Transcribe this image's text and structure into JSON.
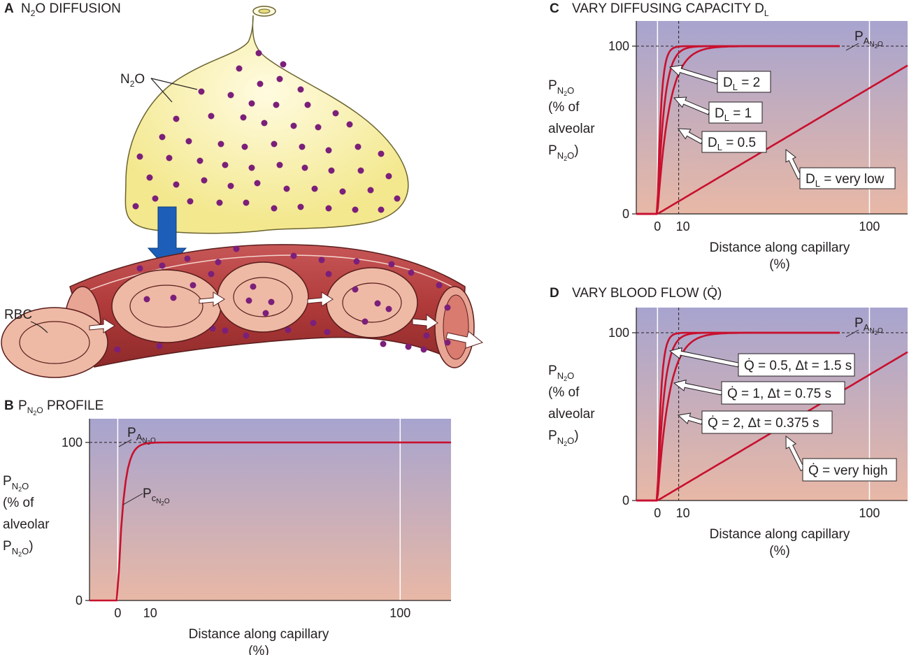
{
  "colors": {
    "plot_top": "#a7a4cf",
    "plot_bottom": "#e8b8a6",
    "curve": "#c8102e",
    "alveolus": "#f5ee9e",
    "molecule": "#7b1f7a",
    "vessel": "#b23b3b",
    "rbc": "#eebaa5",
    "arrow_blue": "#1d5fb8"
  },
  "panel_a": {
    "letter": "A",
    "title_pre": "N",
    "title_sub": "2",
    "title_post": "O DIFFUSION",
    "n2o_pre": "N",
    "n2o_sub": "2",
    "n2o_post": "O",
    "rbc_label": "RBC",
    "icons": [
      "alveolus",
      "n2o-molecule",
      "diffusion-arrow",
      "capillary",
      "red-blood-cell",
      "flow-arrow"
    ]
  },
  "axis": {
    "y_pre": "P",
    "y_sub": "N",
    "y_subsub": "2",
    "y_subtail": "O",
    "y_line2": "(% of",
    "y_line3": "alveolar",
    "y_line4_pre": "P",
    "y_line4_sub": "N",
    "y_line4_subsub": "2",
    "y_line4_subtail": "O",
    "y_line4_close": ")",
    "y_ticks": [
      "0",
      "100"
    ],
    "x_ticks": [
      "0",
      "10",
      "100"
    ],
    "x_label": "Distance along capillary",
    "x_unit": "(%)",
    "pa_pre": "P",
    "pa_sub": "A",
    "pa_subsub": "N",
    "pa_subsubsub": "2",
    "pa_tail": "O",
    "pc_pre": "P",
    "pc_sub": "c",
    "pc_subsub": "N",
    "pc_subsubsub": "2",
    "pc_tail": "O"
  },
  "panel_b": {
    "letter": "B",
    "title_pre": "P",
    "title_sub": "N",
    "title_subsub": "2",
    "title_subtail": "O",
    "title_post": " PROFILE"
  },
  "panel_c": {
    "letter": "C",
    "title": "VARY DIFFUSING CAPACITY D",
    "title_sub": "L",
    "labels": [
      {
        "pre": "D",
        "sub": "L",
        "post": " = 2"
      },
      {
        "pre": "D",
        "sub": "L",
        "post": " = 1"
      },
      {
        "pre": "D",
        "sub": "L",
        "post": " = 0.5"
      },
      {
        "pre": "D",
        "sub": "L",
        "post": " = very low"
      }
    ]
  },
  "panel_d": {
    "letter": "D",
    "title": "VARY BLOOD FLOW (Q̇)",
    "labels": [
      {
        "text": "Q̇ = 0.5, Δt = 1.5 s"
      },
      {
        "text": "Q̇ = 1, Δt = 0.75 s"
      },
      {
        "text": "Q̇ = 2, Δt = 0.375 s"
      },
      {
        "text": "Q̇ = very high"
      }
    ]
  },
  "chart_data": [
    {
      "type": "line",
      "panel": "B",
      "xlabel": "Distance along capillary (%)",
      "ylabel": "PN2O (% of alveolar PN2O)",
      "xlim": [
        -10,
        118
      ],
      "ylim": [
        0,
        115
      ],
      "x_ticks": [
        0,
        10,
        100
      ],
      "y_ticks": [
        0,
        100
      ],
      "reference_lines": [
        {
          "axis": "y",
          "value": 100,
          "label": "PAN2O"
        }
      ],
      "series": [
        {
          "name": "PcN2O",
          "k": 0.5,
          "x_end": 118
        }
      ]
    },
    {
      "type": "line",
      "panel": "C",
      "xlabel": "Distance along capillary (%)",
      "ylabel": "PN2O (% of alveolar PN2O)",
      "xlim": [
        -10,
        118
      ],
      "ylim": [
        0,
        115
      ],
      "x_ticks": [
        0,
        10,
        100
      ],
      "y_ticks": [
        0,
        100
      ],
      "reference_lines": [
        {
          "axis": "y",
          "value": 100,
          "label": "PAN2O"
        }
      ],
      "series": [
        {
          "name": "DL = 2",
          "k": 0.6,
          "x_end": 86
        },
        {
          "name": "DL = 1",
          "k": 0.32,
          "x_end": 86
        },
        {
          "name": "DL = 0.5",
          "k": 0.18,
          "x_end": 86
        },
        {
          "name": "DL = very low",
          "linear_slope": 0.75,
          "x_end": 118
        }
      ]
    },
    {
      "type": "line",
      "panel": "D",
      "xlabel": "Distance along capillary (%)",
      "ylabel": "PN2O (% of alveolar PN2O)",
      "xlim": [
        -10,
        118
      ],
      "ylim": [
        0,
        115
      ],
      "x_ticks": [
        0,
        10,
        100
      ],
      "y_ticks": [
        0,
        100
      ],
      "reference_lines": [
        {
          "axis": "y",
          "value": 100,
          "label": "PAN2O"
        }
      ],
      "series": [
        {
          "name": "Q̇ = 0.5, Δt = 1.5 s",
          "k": 0.6,
          "x_end": 86
        },
        {
          "name": "Q̇ = 1, Δt = 0.75 s",
          "k": 0.32,
          "x_end": 86
        },
        {
          "name": "Q̇ = 2, Δt = 0.375 s",
          "k": 0.18,
          "x_end": 86
        },
        {
          "name": "Q̇ = very high",
          "linear_slope": 0.75,
          "x_end": 118
        }
      ]
    }
  ]
}
